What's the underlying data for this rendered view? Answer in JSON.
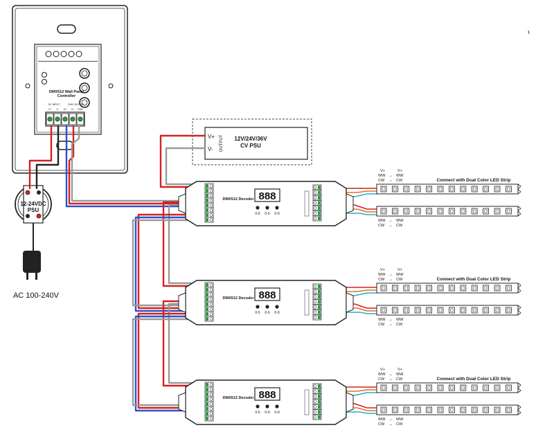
{
  "wall_panel": {
    "title_line1": "DMX512 Wall Panel",
    "title_line2": "Controller",
    "terminal_left_label": "DC INPUT",
    "terminal_right_label": "DMX OUTPUT",
    "terminal_pins": [
      "V+",
      "V-",
      "D+",
      "D-",
      "GND"
    ]
  },
  "small_psu": {
    "line1": "12-24VDC",
    "line2": "PSU"
  },
  "ac_label": "AC 100-240V",
  "cv_psu": {
    "vplus": "V+",
    "vminus": "V-",
    "output": "OUTPUT",
    "line1": "12V/24V/36V",
    "line2": "CV PSU"
  },
  "decoder": {
    "label": "DMX512  Decoder",
    "display": "888",
    "button_labels": [
      "0-5",
      "0-9",
      "0-9"
    ]
  },
  "strip": {
    "title": "Connect with Dual Color LED Strip",
    "vplus": "V+",
    "ww": "WW",
    "cw": "CW",
    "arrow": "→"
  },
  "colors": {
    "red_wire": "#d42020",
    "blue_wire": "#3050c8",
    "gray_wire": "#9a9a9a",
    "cyan_wire": "#2aa8d8",
    "green_dot": "#2d9a40"
  }
}
